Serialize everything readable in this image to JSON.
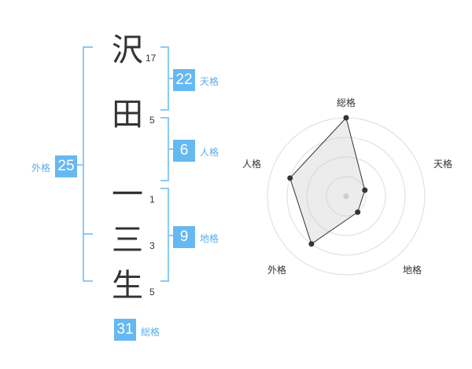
{
  "name": {
    "characters": [
      {
        "char": "沢",
        "strokes": "17"
      },
      {
        "char": "田",
        "strokes": "5"
      },
      {
        "char": "一",
        "strokes": "1"
      },
      {
        "char": "三",
        "strokes": "3"
      },
      {
        "char": "生",
        "strokes": "5"
      }
    ]
  },
  "fortune": {
    "tenkaku": {
      "label": "天格",
      "value": "22"
    },
    "jinkaku": {
      "label": "人格",
      "value": "6"
    },
    "chikaku": {
      "label": "地格",
      "value": "9"
    },
    "gaikaku": {
      "label": "外格",
      "value": "25"
    },
    "soukaku": {
      "label": "総格",
      "value": "31"
    }
  },
  "colors": {
    "accent": "#66b8f0",
    "accent_text": "#59aee8",
    "bracket": "#8ccaf5",
    "text": "#333333"
  },
  "chart_data": {
    "type": "radar",
    "axes": [
      "総格",
      "天格",
      "地格",
      "外格",
      "人格"
    ],
    "values": [
      4,
      1,
      1,
      3,
      3
    ],
    "rmax": 4,
    "rings": 4
  }
}
